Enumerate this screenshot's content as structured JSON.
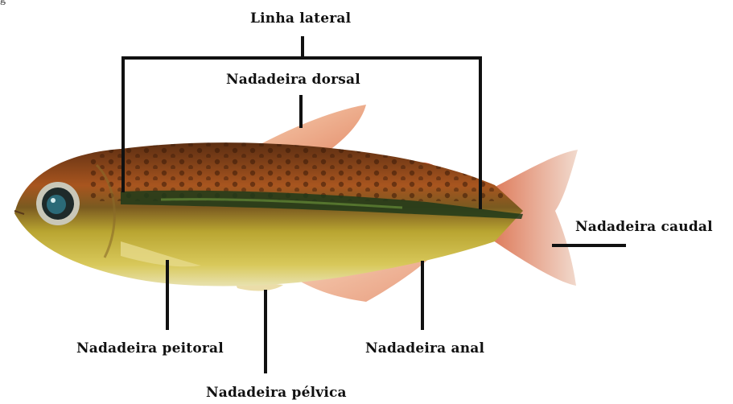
{
  "caption": "g",
  "labels": {
    "lateral_line": "Linha lateral",
    "dorsal_fin": "Nadadeira dorsal",
    "caudal_fin": "Nadadeira caudal",
    "pectoral_fin": "Nadadeira peitoral",
    "anal_fin": "Nadadeira anal",
    "pelvic_fin": "Nadadeira pélvica"
  },
  "colors": {
    "leader_lines": "#111111",
    "fish_back": "#8a4a1c",
    "fish_belly": "#c9b23a",
    "stripe": "#1f3a1a",
    "fin": "#e8a07a"
  }
}
